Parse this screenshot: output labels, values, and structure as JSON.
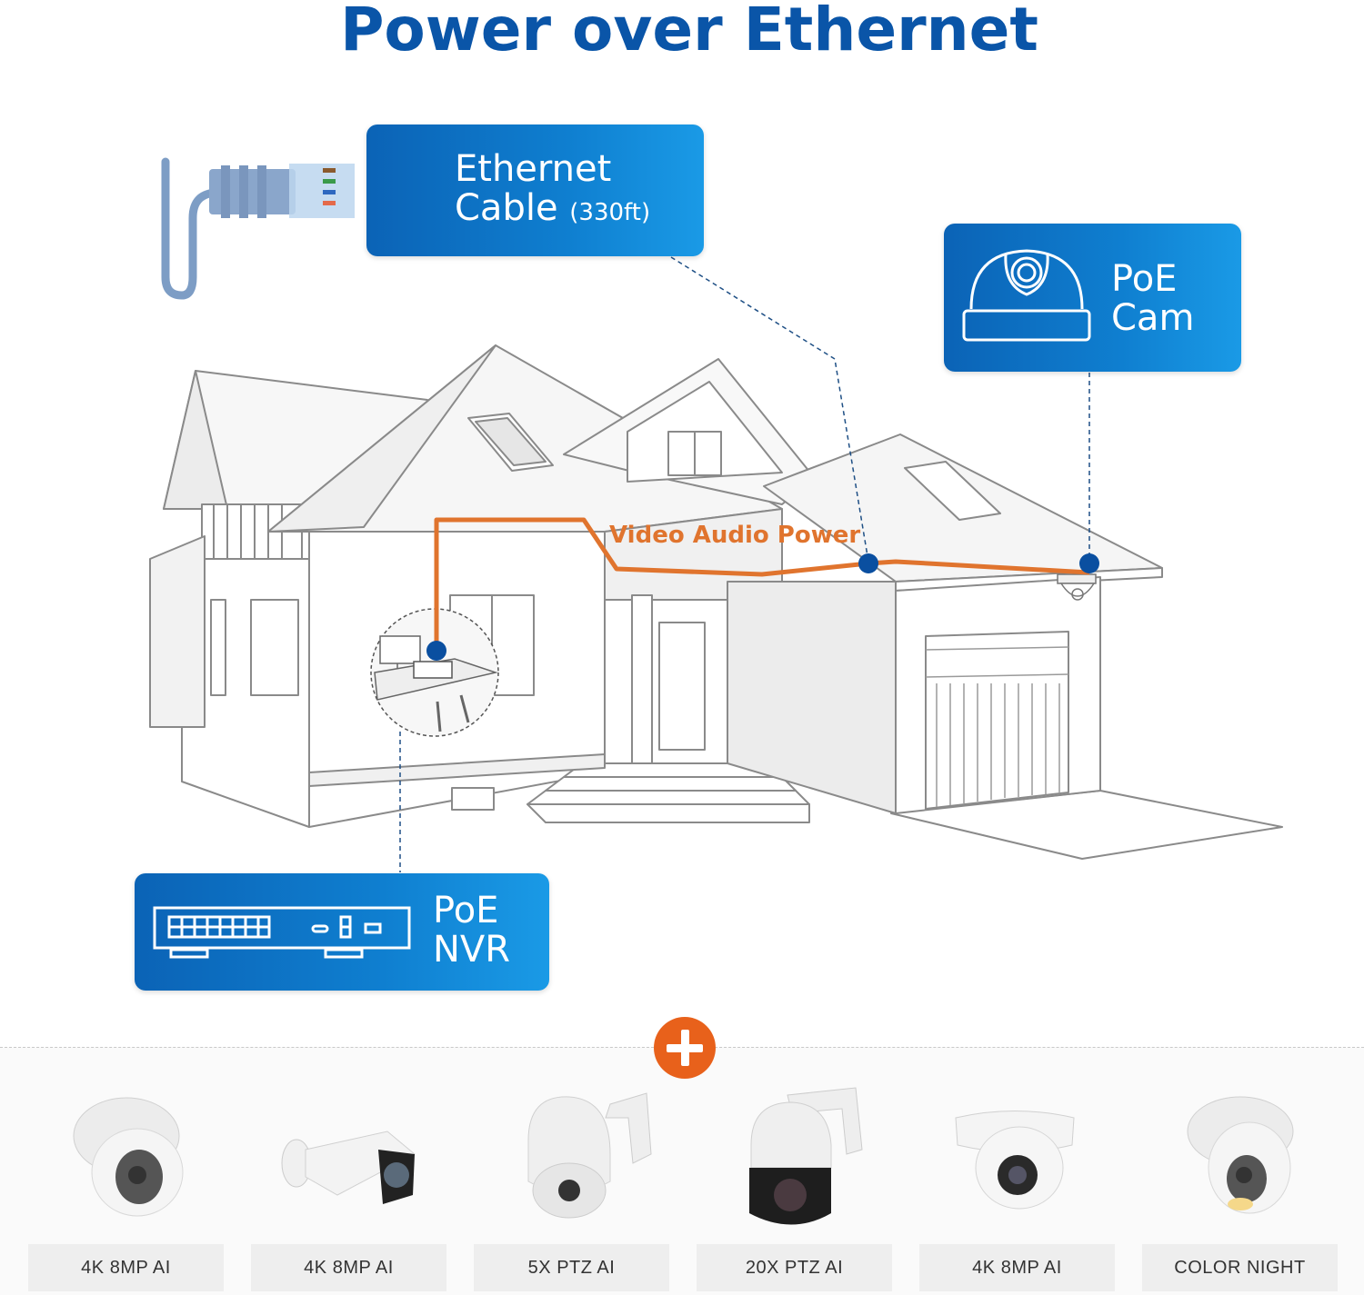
{
  "title": "Power over Ethernet",
  "callouts": {
    "ethernet": {
      "line1": "Ethernet",
      "line2": "Cable",
      "detail": "(330ft)",
      "icon": "rj45-connector-icon"
    },
    "cam": {
      "line1": "PoE",
      "line2": "Cam",
      "icon": "dome-camera-icon"
    },
    "nvr": {
      "line1": "PoE",
      "line2": "NVR",
      "icon": "nvr-recorder-icon"
    }
  },
  "wire_label": "Video Audio Power",
  "colors": {
    "title": "#0a55a8",
    "callout_start": "#0b63b6",
    "callout_end": "#1a9ae6",
    "wire": "#e0742e",
    "node": "#0a4fa0",
    "plus": "#e8611b"
  },
  "plus_icon": "plus-icon",
  "products": [
    {
      "label": "4K 8MP AI",
      "type": "turret-dome"
    },
    {
      "label": "4K 8MP AI",
      "type": "bullet"
    },
    {
      "label": "5X PTZ AI",
      "type": "ptz-white"
    },
    {
      "label": "20X PTZ AI",
      "type": "ptz-black"
    },
    {
      "label": "4K 8MP AI",
      "type": "dome-ir"
    },
    {
      "label": "COLOR NIGHT",
      "type": "turret-color"
    }
  ]
}
